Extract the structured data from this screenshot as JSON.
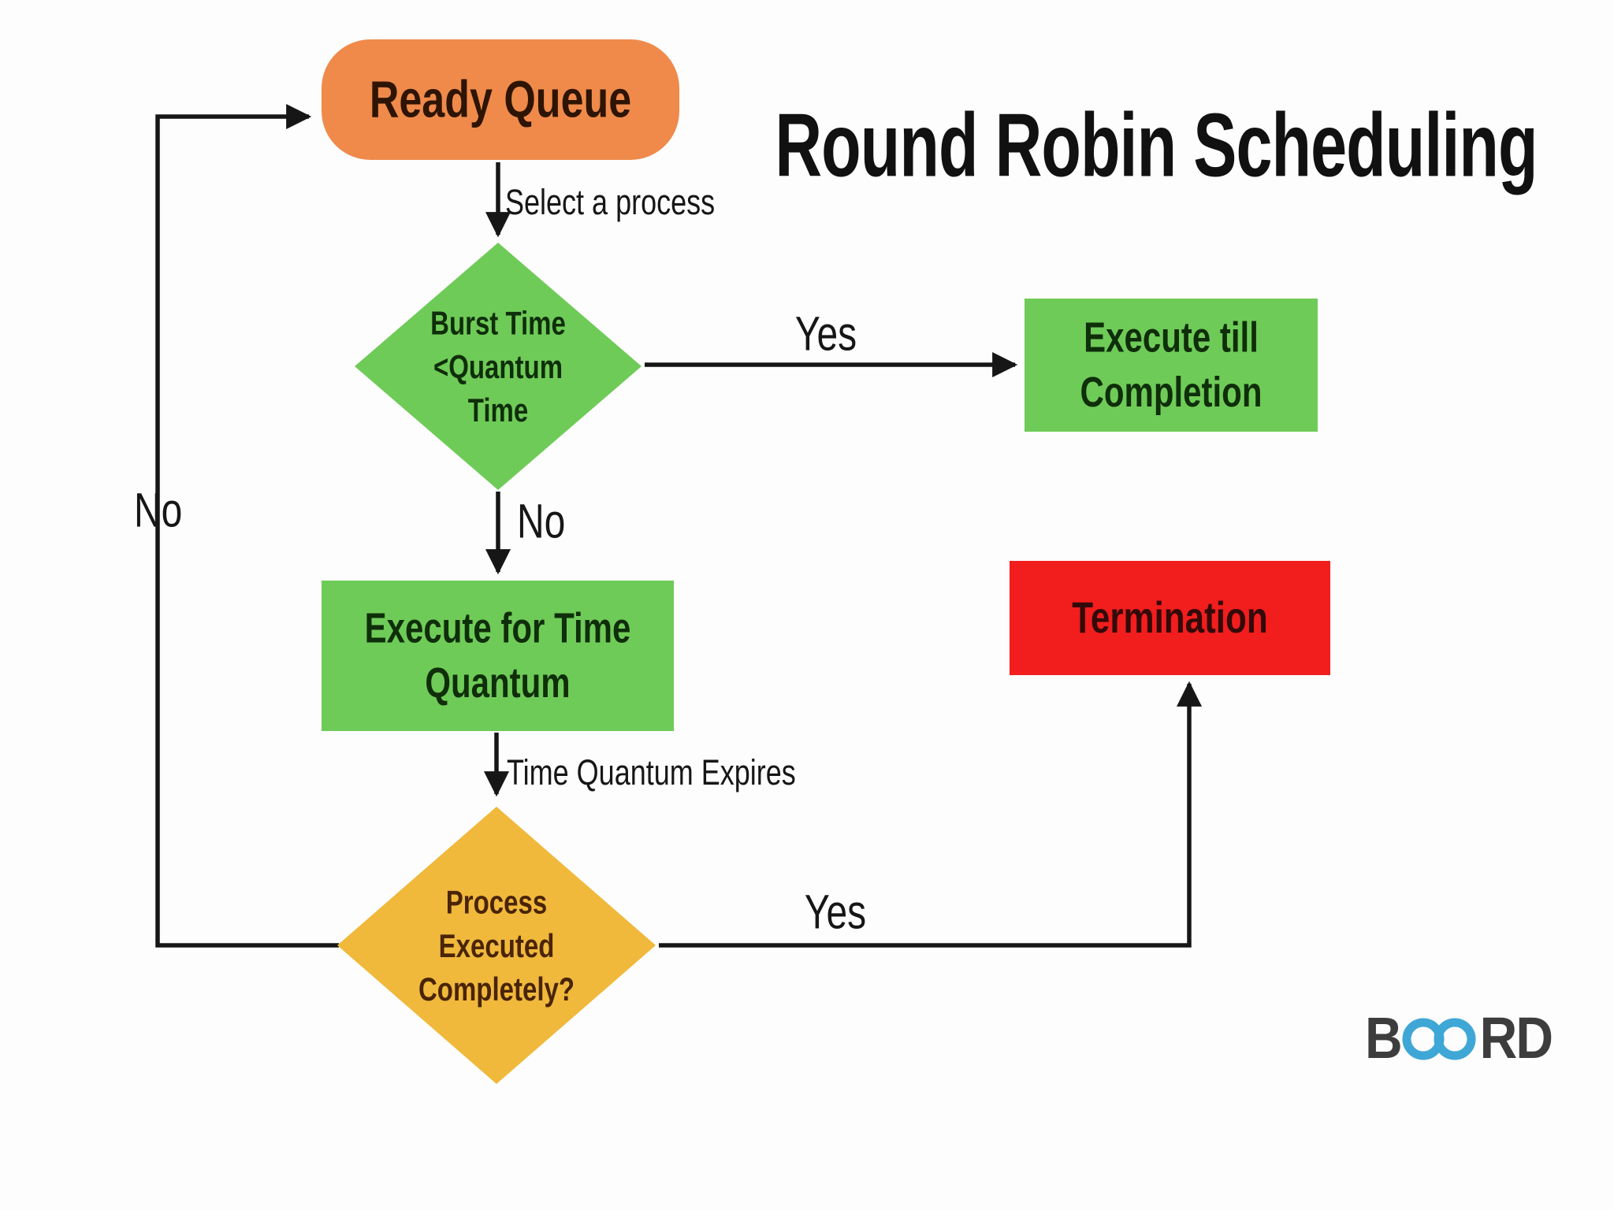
{
  "title": "Round Robin Scheduling",
  "nodes": {
    "ready_queue": {
      "label": "Ready Queue",
      "shape": "rounded",
      "color_key": "orange"
    },
    "burst_check": {
      "lines": [
        "Burst Time",
        "<Quantum",
        "Time"
      ],
      "shape": "diamond",
      "color_key": "green"
    },
    "execute_completion": {
      "lines": [
        "Execute till",
        "Completion"
      ],
      "shape": "rect",
      "color_key": "green"
    },
    "execute_quantum": {
      "lines": [
        "Execute for Time",
        "Quantum"
      ],
      "shape": "rect",
      "color_key": "green"
    },
    "process_complete": {
      "lines": [
        "Process",
        "Executed",
        "Completely?"
      ],
      "shape": "diamond",
      "color_key": "yellow"
    },
    "termination": {
      "label": "Termination",
      "shape": "rect",
      "color_key": "red"
    }
  },
  "edges": {
    "select_process": "Select a process",
    "yes_top": "Yes",
    "no_mid": "No",
    "no_loop": "No",
    "time_quantum_expires": "Time Quantum Expires",
    "yes_bottom": "Yes"
  },
  "logo": {
    "prefix": "B",
    "suffix": "RD",
    "symbol": "infinity-icon"
  },
  "colors": {
    "background": "#fdfdfd",
    "orange": "#ef8a4b",
    "green": "#6fcb58",
    "yellow": "#f0b93c",
    "red": "#f21d1d",
    "line": "#161616",
    "title_text": "#111111",
    "orange_text": "#2e1403",
    "green_text": "#0f2e0a",
    "yellow_text": "#4a2407",
    "red_text": "#330a0a",
    "logo_dark": "#3d3d3d",
    "logo_blue": "#3fa7d6"
  }
}
